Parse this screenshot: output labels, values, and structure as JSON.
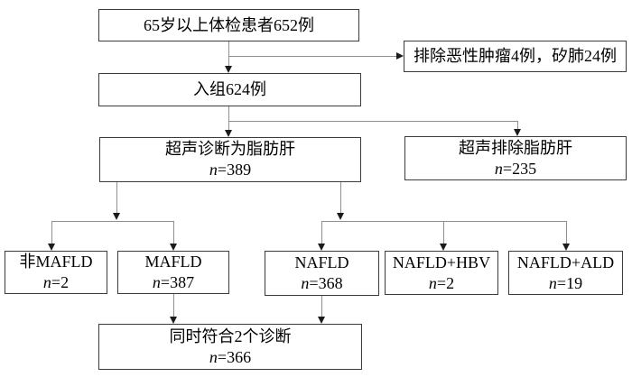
{
  "figure": {
    "type": "flowchart",
    "language": "zh-CN",
    "background_color": "#ffffff",
    "box_border_color": "#3b3b3b",
    "connector_color": "#8f8f8f",
    "arrowhead_color": "#1b1b1b",
    "text_color": "#000000"
  },
  "nodes": {
    "screened": {
      "label": "65岁以上体检患者652例"
    },
    "excluded": {
      "label": "排除恶性肿瘤4例，矽肺24例"
    },
    "enrolled": {
      "label": "入组624例"
    },
    "us_fatty_liver": {
      "label": "超声诊断为脂肪肝",
      "n": "n=389"
    },
    "us_no_fatty_liver": {
      "label": "超声排除脂肪肝",
      "n": "n=235"
    },
    "non_mafld": {
      "label": "非MAFLD",
      "n": "n=2"
    },
    "mafld": {
      "label": "MAFLD",
      "n": "n=387"
    },
    "nafld": {
      "label": "NAFLD",
      "n": "n=368"
    },
    "nafld_hbv": {
      "label": "NAFLD+HBV",
      "n": "n=2"
    },
    "nafld_ald": {
      "label": "NAFLD+ALD",
      "n": "n=19"
    },
    "both_diagnoses": {
      "label": "同时符合2个诊断",
      "n": "n=366"
    }
  },
  "edges": [
    {
      "from": "screened",
      "to": "excluded"
    },
    {
      "from": "screened",
      "to": "enrolled"
    },
    {
      "from": "enrolled",
      "to": "us_fatty_liver"
    },
    {
      "from": "enrolled",
      "to": "us_no_fatty_liver"
    },
    {
      "from": "us_fatty_liver",
      "to": "non_mafld"
    },
    {
      "from": "us_fatty_liver",
      "to": "mafld"
    },
    {
      "from": "us_fatty_liver",
      "to": "nafld"
    },
    {
      "from": "us_fatty_liver",
      "to": "nafld_hbv"
    },
    {
      "from": "us_fatty_liver",
      "to": "nafld_ald"
    },
    {
      "from": "mafld",
      "to": "both_diagnoses"
    },
    {
      "from": "nafld",
      "to": "both_diagnoses"
    }
  ]
}
